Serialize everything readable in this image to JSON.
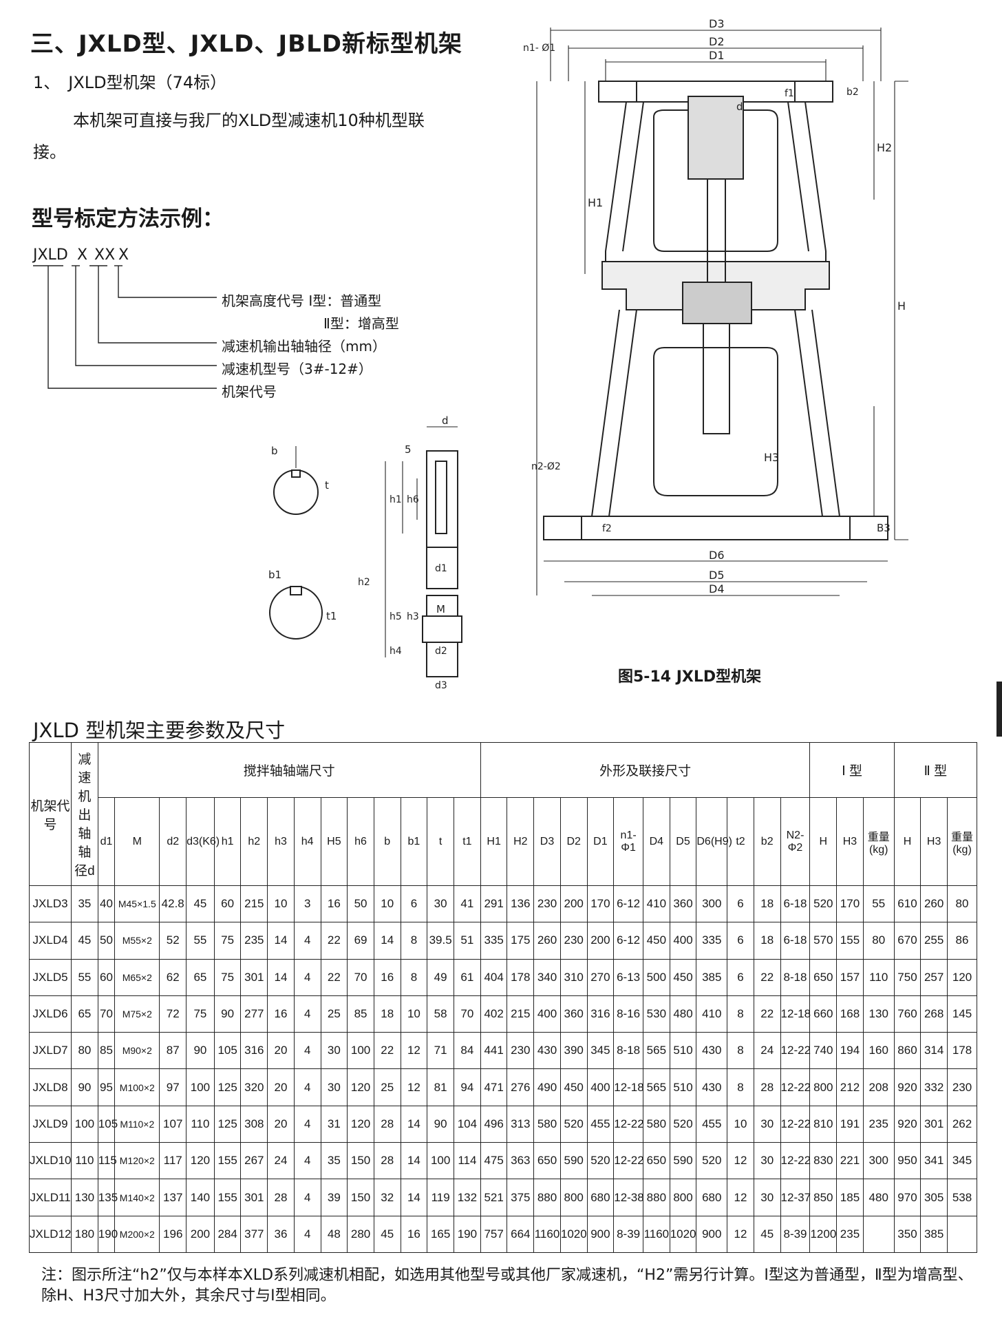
{
  "heading": "三、JXLD型、JXLD、JBLD新标型机架",
  "subheading": "1、　JXLD型机架（74标）",
  "intro": "本机架可直接与我厂的XLD型减速机10种机型联接。",
  "model_heading": "型号标定方法示例：",
  "model_code": {
    "prefix": "JXLD",
    "p1": "X",
    "p2": "XX",
    "p3": "X"
  },
  "model_legend": {
    "height": "机架高度代号 Ⅰ型：普通型",
    "height2": "Ⅱ型：增高型",
    "shaft": "减速机输出轴轴径（mm）",
    "reducer": "减速机型号（3#-12#）",
    "frame": "机架代号"
  },
  "figure": {
    "caption": "图5-14 JXLD型机架",
    "labels": {
      "D3": "D3",
      "D2": "D2",
      "D1": "D1",
      "n1": "n1- Ø1",
      "b2": "b2",
      "f1": "f1",
      "H2": "H2",
      "H1": "H1",
      "H": "H",
      "H3": "H3",
      "d": "d",
      "n2": "n2-Ø2",
      "f2": "f2",
      "B3": "B3",
      "D6": "D6",
      "D5": "D5",
      "D4": "D4",
      "sd": "d",
      "s5": "5",
      "sh1": "h1",
      "sh6": "h6",
      "sd1": "d1",
      "sh2": "h2",
      "sM": "M",
      "sh5": "h5",
      "sh3": "h3",
      "sh4": "h4",
      "sd2": "d2",
      "sd3": "d3",
      "kb": "b",
      "kt": "t",
      "kb1": "b1",
      "kt1": "t1"
    }
  },
  "table": {
    "title": "JXLD 型机架主要参数及尺寸",
    "group_headers": {
      "code": "机架代号",
      "shaft": "减速机出轴轴径d",
      "mixing": "搅拌轴轴端尺寸",
      "outline": "外形及联接尺寸",
      "type1": "Ⅰ 型",
      "type2": "Ⅱ 型"
    },
    "columns": [
      "d1",
      "M",
      "d2",
      "d3(K6)",
      "h1",
      "h2",
      "h3",
      "h4",
      "H5",
      "h6",
      "b",
      "b1",
      "t",
      "t1",
      "H1",
      "H2",
      "D3",
      "D2",
      "D1",
      "n1-Φ1",
      "D4",
      "D5",
      "D6(H9)",
      "t2",
      "b2",
      "N2-Φ2",
      "H",
      "H3",
      "重量(kg)",
      "H",
      "H3",
      "重量(kg)"
    ],
    "rows": [
      [
        "JXLD3",
        "35",
        "40",
        "M45×1.5",
        "42.8",
        "45",
        "60",
        "215",
        "10",
        "3",
        "16",
        "50",
        "10",
        "6",
        "30",
        "41",
        "291",
        "136",
        "230",
        "200",
        "170",
        "6-12",
        "410",
        "360",
        "300",
        "6",
        "18",
        "6-18",
        "520",
        "170",
        "55",
        "610",
        "260",
        "80"
      ],
      [
        "JXLD4",
        "45",
        "50",
        "M55×2",
        "52",
        "55",
        "75",
        "235",
        "14",
        "4",
        "22",
        "69",
        "14",
        "8",
        "39.5",
        "51",
        "335",
        "175",
        "260",
        "230",
        "200",
        "6-12",
        "450",
        "400",
        "335",
        "6",
        "18",
        "6-18",
        "570",
        "155",
        "80",
        "670",
        "255",
        "86"
      ],
      [
        "JXLD5",
        "55",
        "60",
        "M65×2",
        "62",
        "65",
        "75",
        "301",
        "14",
        "4",
        "22",
        "70",
        "16",
        "8",
        "49",
        "61",
        "404",
        "178",
        "340",
        "310",
        "270",
        "6-13",
        "500",
        "450",
        "385",
        "6",
        "22",
        "8-18",
        "650",
        "157",
        "110",
        "750",
        "257",
        "120"
      ],
      [
        "JXLD6",
        "65",
        "70",
        "M75×2",
        "72",
        "75",
        "90",
        "277",
        "16",
        "4",
        "25",
        "85",
        "18",
        "10",
        "58",
        "70",
        "402",
        "215",
        "400",
        "360",
        "316",
        "8-16",
        "530",
        "480",
        "410",
        "8",
        "22",
        "12-18",
        "660",
        "168",
        "130",
        "760",
        "268",
        "145"
      ],
      [
        "JXLD7",
        "80",
        "85",
        "M90×2",
        "87",
        "90",
        "105",
        "316",
        "20",
        "4",
        "30",
        "100",
        "22",
        "12",
        "71",
        "84",
        "441",
        "230",
        "430",
        "390",
        "345",
        "8-18",
        "565",
        "510",
        "430",
        "8",
        "24",
        "12-22",
        "740",
        "194",
        "160",
        "860",
        "314",
        "178"
      ],
      [
        "JXLD8",
        "90",
        "95",
        "M100×2",
        "97",
        "100",
        "125",
        "320",
        "20",
        "4",
        "30",
        "120",
        "25",
        "12",
        "81",
        "94",
        "471",
        "276",
        "490",
        "450",
        "400",
        "12-18",
        "565",
        "510",
        "430",
        "8",
        "28",
        "12-22",
        "800",
        "212",
        "208",
        "920",
        "332",
        "230"
      ],
      [
        "JXLD9",
        "100",
        "105",
        "M110×2",
        "107",
        "110",
        "125",
        "308",
        "20",
        "4",
        "31",
        "120",
        "28",
        "14",
        "90",
        "104",
        "496",
        "313",
        "580",
        "520",
        "455",
        "12-22",
        "580",
        "520",
        "455",
        "10",
        "30",
        "12-22",
        "810",
        "191",
        "235",
        "920",
        "301",
        "262"
      ],
      [
        "JXLD10",
        "110",
        "115",
        "M120×2",
        "117",
        "120",
        "155",
        "267",
        "24",
        "4",
        "35",
        "150",
        "28",
        "14",
        "100",
        "114",
        "475",
        "363",
        "650",
        "590",
        "520",
        "12-22",
        "650",
        "590",
        "520",
        "12",
        "30",
        "12-22",
        "830",
        "221",
        "300",
        "950",
        "341",
        "345"
      ],
      [
        "JXLD11",
        "130",
        "135",
        "M140×2",
        "137",
        "140",
        "155",
        "301",
        "28",
        "4",
        "39",
        "150",
        "32",
        "14",
        "119",
        "132",
        "521",
        "375",
        "880",
        "800",
        "680",
        "12-38",
        "880",
        "800",
        "680",
        "12",
        "30",
        "12-37",
        "850",
        "185",
        "480",
        "970",
        "305",
        "538"
      ],
      [
        "JXLD12",
        "180",
        "190",
        "M200×2",
        "196",
        "200",
        "284",
        "377",
        "36",
        "4",
        "48",
        "280",
        "45",
        "16",
        "165",
        "190",
        "757",
        "664",
        "1160",
        "1020",
        "900",
        "8-39",
        "1160",
        "1020",
        "900",
        "12",
        "45",
        "8-39",
        "1200",
        "235",
        "",
        "350",
        "385",
        ""
      ]
    ]
  },
  "note": "注：图示所注“h2”仅与本样本XLD系列减速机相配，如选用其他型号或其他厂家减速机，“H2”需另行计算。Ⅰ型这为普通型，Ⅱ型为增高型、除H、H3尺寸加大外，其余尺寸与Ⅰ型相同。"
}
